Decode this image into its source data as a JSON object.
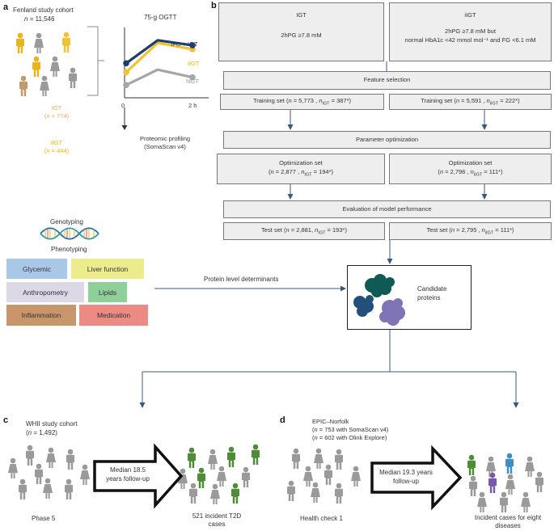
{
  "colors": {
    "igt_person": "#e8b520",
    "iigt_person": "#f1c232",
    "brown_person": "#c49a6c",
    "grey_person": "#9a9a9a",
    "ifg_igt_line": "#1f3e6b",
    "iigt_line": "#f1c232",
    "ngt_line": "#a6a6a6",
    "arrow": "#3a5878",
    "glycemic": "#a9c8e8",
    "liver": "#ecec8c",
    "anthropometry": "#dcd8e6",
    "lipids": "#8fcf9a",
    "inflammation": "#c9956a",
    "medication": "#ec8a84",
    "incident_green": "#4e8c38",
    "incident_blue": "#3f8fc0",
    "incident_purple": "#7a5aa8"
  },
  "panel_a": {
    "letter": "a",
    "cohort_title": "Fenland study cohort",
    "cohort_n_label": "n",
    "cohort_n_value": "= 11,546",
    "igt_label": "IGT",
    "igt_n_label": "n",
    "igt_n_value": "= 774",
    "iigt_label": "iIGT",
    "iigt_n_label": "n",
    "iigt_n_value": "= 444",
    "ogtt_title": "75-g OGTT",
    "tick_0": "0",
    "tick_2h": "2 h",
    "proteomic_line1": "Proteomic profiling",
    "proteomic_line2": "(SomaScan v4)",
    "chart_legend": [
      "IFG + IGT",
      "iIGT",
      "NGT"
    ],
    "genotyping": "Genotyping",
    "phenotyping": "Phenotyping",
    "pheno_tags": [
      "Glycemic",
      "Liver function",
      "Anthropometry",
      "Lipids",
      "Inflammation",
      "Medication"
    ],
    "protein_determinants": "Protein level determinants"
  },
  "chart_data": {
    "type": "line",
    "title": "75-g OGTT",
    "x": [
      "0",
      "",
      "2 h"
    ],
    "series": [
      {
        "name": "IFG + IGT",
        "values": [
          5.2,
          7.0,
          6.6
        ]
      },
      {
        "name": "iIGT",
        "values": [
          4.5,
          6.8,
          6.3
        ]
      },
      {
        "name": "NGT",
        "values": [
          3.5,
          4.7,
          4.1
        ]
      }
    ]
  },
  "panel_b": {
    "letter": "b",
    "igt_header": "IGT",
    "igt_criteria": "2hPG ≥7.8 mM",
    "iigt_header": "iIGT",
    "iigt_criteria_line1": "2hPG ≥7.8 mM but",
    "iigt_criteria_line2": "normal HbA1c <42 mmol mol⁻¹ and FG <6.1 mM",
    "feature_selection": "Feature selection",
    "training_left": {
      "prefix": "Training set (",
      "n_value": " = 5,773 , ",
      "sub_value": " = 387*)"
    },
    "training_right": {
      "prefix": "Training set (",
      "n_value": " = 5,591 , ",
      "sub_value": " = 222*)"
    },
    "parameter_optimization": "Parameter optimization",
    "optimization_left": {
      "title": "Optimization set",
      "prefix": "(",
      "n_value": " = 2,877 , ",
      "sub_value": " = 194*)"
    },
    "optimization_right": {
      "title": "Optimization set",
      "prefix": "(",
      "n_value": " = 2,796 , ",
      "sub_value": " = 111*)"
    },
    "evaluation": "Evaluation of model performance",
    "test_left": {
      "prefix": "Test set (",
      "n_value": " = 2,881, ",
      "sub_value": " = 193*)"
    },
    "test_right": {
      "prefix": "Test set (",
      "n_value": " = 2,795 , ",
      "sub_value": " = 111*)"
    },
    "n_symbol": "n",
    "sub_n": "n",
    "sub_text": "IGT",
    "candidate_line1": "Candidate",
    "candidate_line2": "proteins"
  },
  "panel_c": {
    "letter": "c",
    "cohort_title": "WHII study cohort",
    "cohort_n_label": "n",
    "cohort_n_value": " = 1,492)",
    "followup_line1": "Median 18.5",
    "followup_line2": "years follow-up",
    "phase_label": "Phase 5",
    "incident_line1": "521 incident T2D",
    "incident_line2": "cases"
  },
  "panel_d": {
    "letter": "d",
    "cohort_title": "EPIC–Norfolk",
    "line2_n": "n",
    "line2_text": " = 753 with SomaScan v4)",
    "line3_n": "n",
    "line3_text": " = 602 with Olink Explore)",
    "followup_line1": "Median 19.3 years",
    "followup_line2": "follow-up",
    "health_check": "Health check 1",
    "incident_line1": "Incident cases for eight",
    "incident_line2": "diseases"
  }
}
